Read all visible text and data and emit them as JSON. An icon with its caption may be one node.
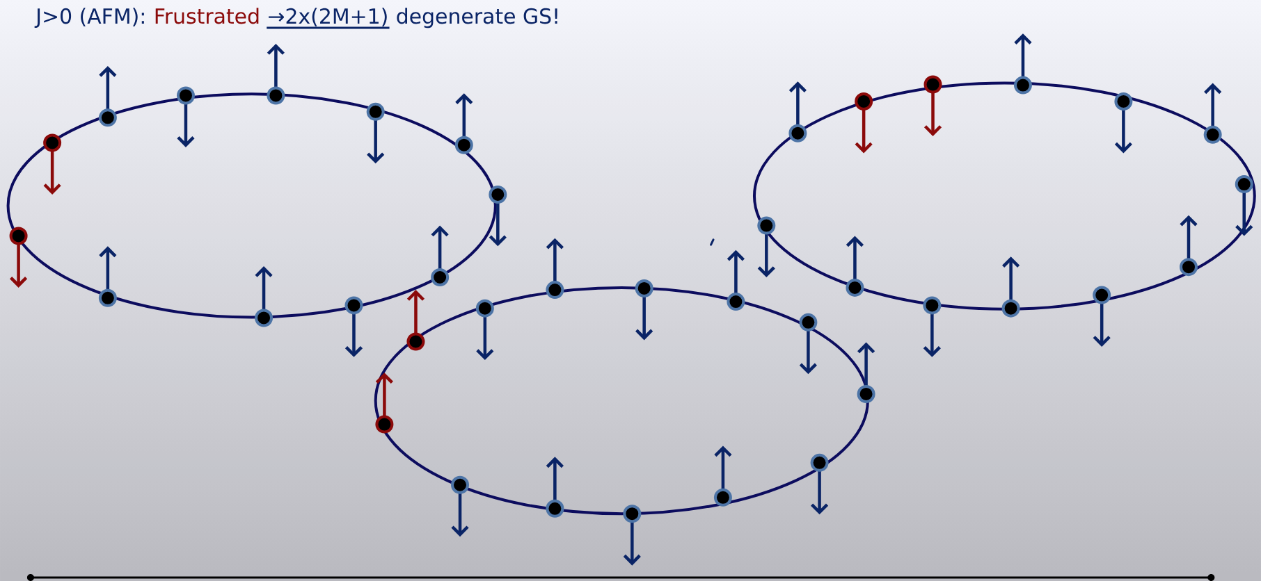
{
  "diagram": {
    "labels": [
      "J>0 (AFM):",
      "Frustrated",
      "→2x(2M+1)",
      "degenerate GS!"
    ]
  }
}
